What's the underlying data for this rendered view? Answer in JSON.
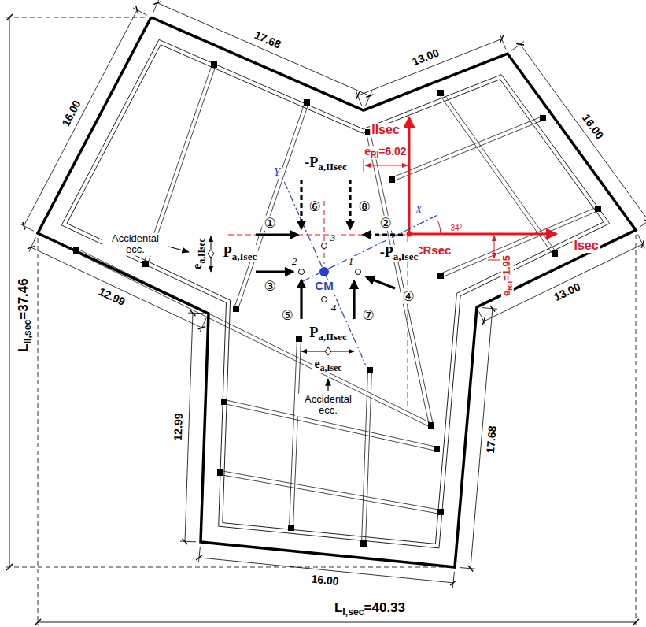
{
  "diagram": {
    "labels": [
      "17.68",
      "13.00",
      "16.00",
      "16.00",
      "L",
      "II,sec",
      "=37.46",
      "12.99",
      "12.99",
      "13.00",
      "17.68",
      "16.00",
      "L",
      "I,sec",
      "=40.33",
      "IIsec",
      "Isec",
      "e",
      "RI",
      "=6.02",
      "CRsec",
      "e",
      "RII",
      "=1.95",
      "Y",
      "X",
      "34°",
      "①",
      "②",
      "③",
      "④",
      "⑤",
      "⑥",
      "⑦",
      "⑧",
      "1",
      "2",
      "3",
      "4",
      "CM",
      "-P",
      "a,IIsec",
      "P",
      "a,IIsec",
      "P",
      "a,Isec",
      "-P",
      "a,Isec",
      "e",
      "a,IIsec",
      "e",
      "a,Isec",
      "Accidental ecc.",
      "Accidental ecc."
    ]
  }
}
